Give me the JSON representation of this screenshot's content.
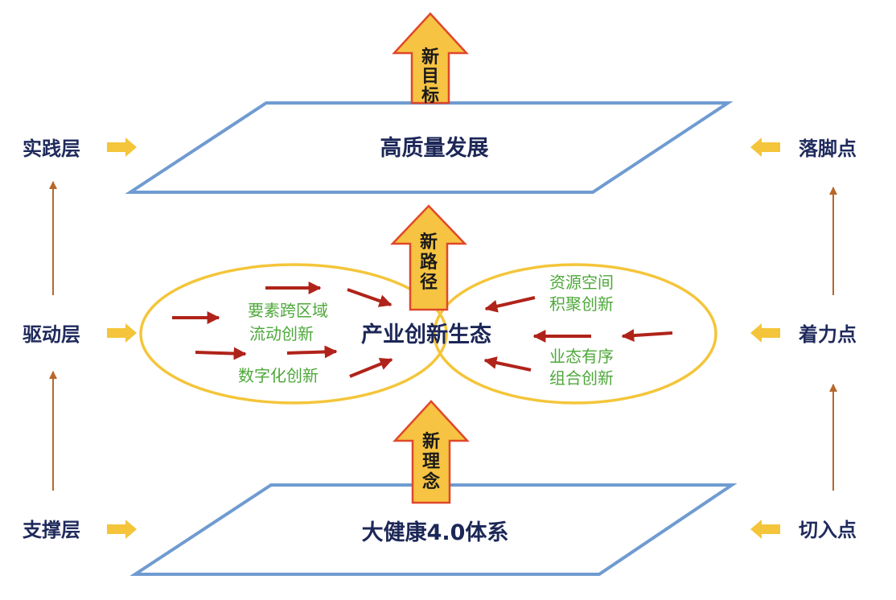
{
  "layers_left": {
    "practice": "实践层",
    "drive": "驱动层",
    "support": "支撑层"
  },
  "layers_right": {
    "landing": "落脚点",
    "focus": "着力点",
    "entry": "切入点"
  },
  "planes": {
    "top": "高质量发展",
    "bottom": "大健康4.0体系"
  },
  "center": "产业创新生态",
  "up_arrows": {
    "top": [
      "新",
      "目",
      "标"
    ],
    "middle": [
      "新",
      "路",
      "径"
    ],
    "bottom": [
      "新",
      "理",
      "念"
    ]
  },
  "left_ellipse": {
    "line1": "要素跨区域",
    "line2": "流动创新",
    "line3": "数字化创新"
  },
  "right_ellipse": {
    "line1": "资源空间",
    "line2": "积聚创新",
    "line3": "业态有序",
    "line4": "组合创新"
  },
  "colors": {
    "plane_stroke": "#6f9bd1",
    "ellipse_stroke": "#f4c53a",
    "big_arrow_fill": "#f6c342",
    "big_arrow_stroke": "#e0472a",
    "small_arrow": "#f4c53a",
    "red_arrow": "#b0231a",
    "vertical_line": "#b8672a",
    "green_text": "#4ea83a",
    "navy_text": "#1c2757"
  }
}
